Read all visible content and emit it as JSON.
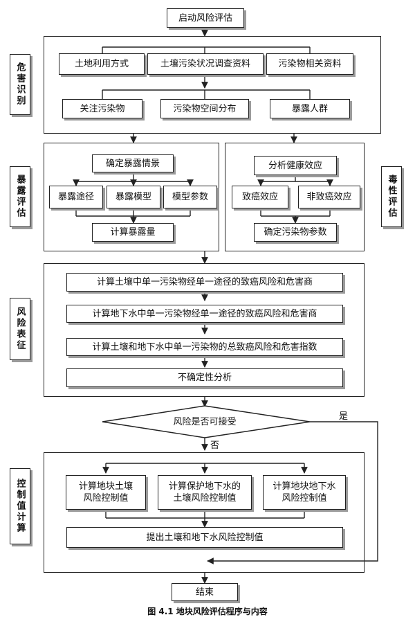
{
  "start": "启动风险评估",
  "hazard": {
    "label": "危害识别",
    "row1": [
      "土地利用方式",
      "土壤污染状况调查资料",
      "污染物相关资料"
    ],
    "row2": [
      "关注污染物",
      "污染物空间分布",
      "暴露人群"
    ]
  },
  "exposure": {
    "label": "暴露评估",
    "scenario": "确定暴露情景",
    "sub": [
      "暴露途径",
      "暴露模型",
      "模型参数"
    ],
    "result": "计算暴露量"
  },
  "toxicity": {
    "label": "毒性评估",
    "health": "分析健康效应",
    "sub": [
      "致癌效应",
      "非致癌效应"
    ],
    "params": "确定污染物参数"
  },
  "risk": {
    "label": "风险表征",
    "steps": [
      "计算土壤中单一污染物经单一途径的致癌风险和危害商",
      "计算地下水中单一污染物经单一途径的致癌风险和危害商",
      "计算土壤和地下水中单一污染物的总致癌风险和危害指数",
      "不确定性分析"
    ]
  },
  "decision": {
    "question": "风险是否可接受",
    "yes": "是",
    "no": "否"
  },
  "control": {
    "label": "控制值计算",
    "items": [
      "计算地块土壤\n风险控制值",
      "计算保护地下水的\n土壤风险控制值",
      "计算地块地下水\n风险控制值"
    ],
    "result": "提出土壤和地下水风险控制值"
  },
  "end": "结束",
  "caption": "图 4.1 地块风险评估程序与内容"
}
